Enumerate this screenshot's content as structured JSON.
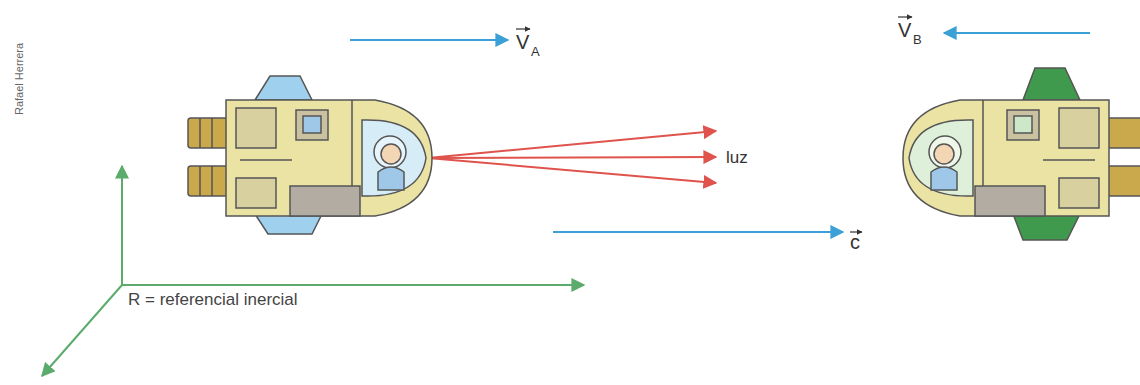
{
  "diagram": {
    "labels": [
      "Rafael Herrera",
      "V",
      "A",
      "V",
      "B",
      "luz",
      "c",
      "R = referencial inercial"
    ]
  }
}
